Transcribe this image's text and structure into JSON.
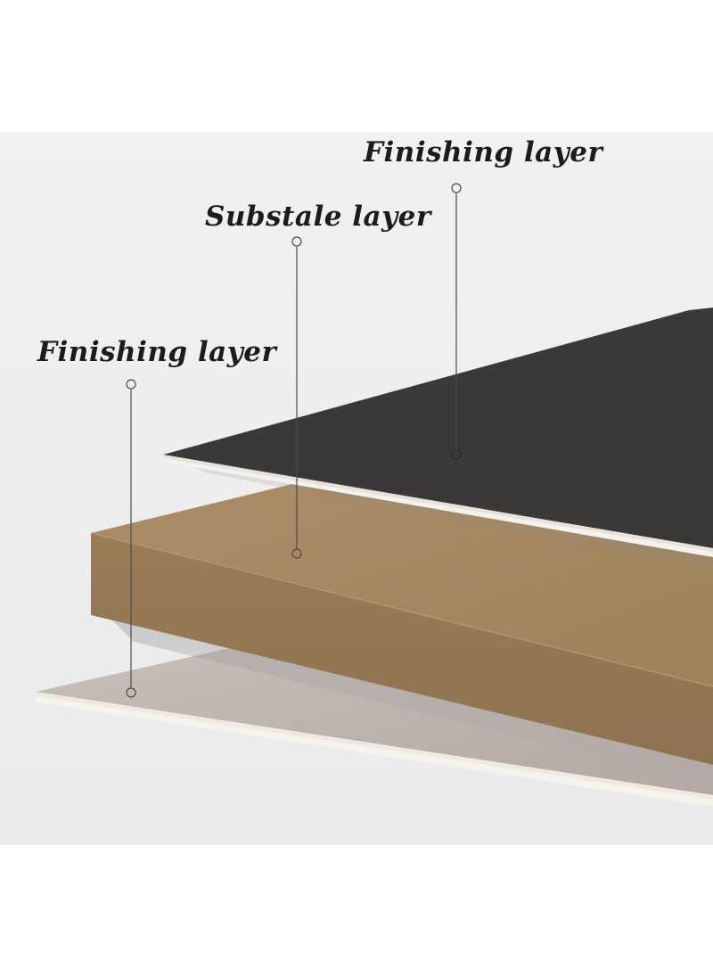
{
  "labels": {
    "top_finishing": "Finishing layer",
    "substrate": "Substale layer",
    "bottom_finishing": "Finishing layer"
  },
  "colors": {
    "background_panel": "#efefef",
    "top_finishing_layer": "#3a3938",
    "substrate_layer": "#a5875f",
    "bottom_finishing_layer": "#bdb2ad",
    "sheet_edge": "#f4f1ec",
    "leader_line": "#4a4a4a"
  }
}
